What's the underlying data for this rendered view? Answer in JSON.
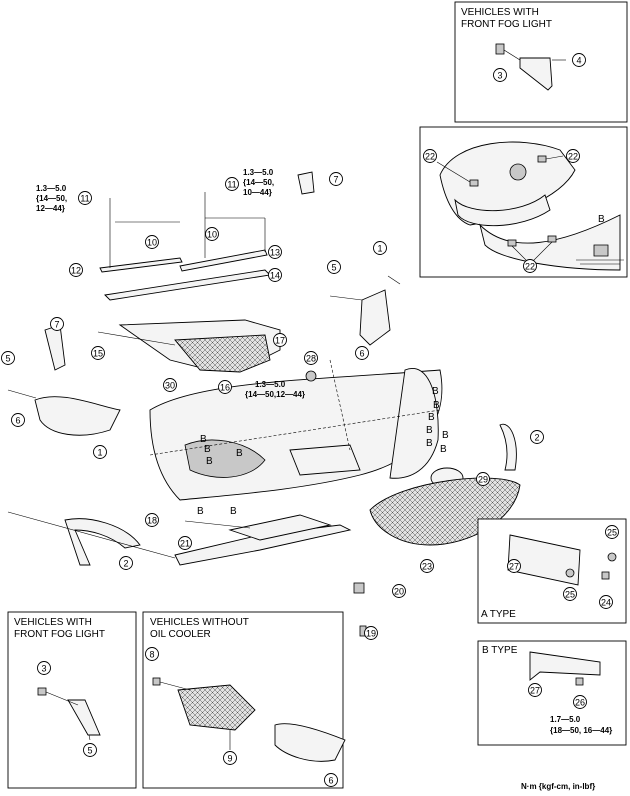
{
  "inset_top_right": {
    "title_line1": "VEHICLES WITH",
    "title_line2": "FRONT FOG LIGHT"
  },
  "inset_bottom_left": {
    "title_line1": "VEHICLES WITH",
    "title_line2": "FRONT FOG LIGHT"
  },
  "inset_bottom_mid": {
    "title_line1": "VEHICLES WITHOUT",
    "title_line2": "OIL COOLER"
  },
  "a_type_label": "A TYPE",
  "b_type_label": "B TYPE",
  "detail_b_label": "B",
  "torque_upper_left": {
    "line1": "1.3—5.0",
    "line2": "{14—50,",
    "line3": "12—44}"
  },
  "torque_upper_mid": {
    "line1": "1.3—5.0",
    "line2": "{14—50,",
    "line3": "10—44}"
  },
  "torque_center": {
    "line1": "1.3—5.0",
    "line2": "{14—50,12—44}"
  },
  "torque_b_type": {
    "line1": "1.7—5.0",
    "line2": "{18—50, 16—44}"
  },
  "units_note": "N·m {kgf-cm, in-lbf}",
  "b_marks": [
    "B",
    "B",
    "B",
    "B",
    "B",
    "B",
    "B",
    "B",
    "B",
    "B",
    "B",
    "B",
    "B"
  ],
  "callouts": [
    "1",
    "2",
    "3",
    "4",
    "5",
    "6",
    "7",
    "8",
    "9",
    "10",
    "11",
    "12",
    "13",
    "14",
    "15",
    "16",
    "17",
    "18",
    "19",
    "20",
    "21",
    "22",
    "23",
    "24",
    "25",
    "26",
    "27",
    "28",
    "29",
    "30"
  ]
}
